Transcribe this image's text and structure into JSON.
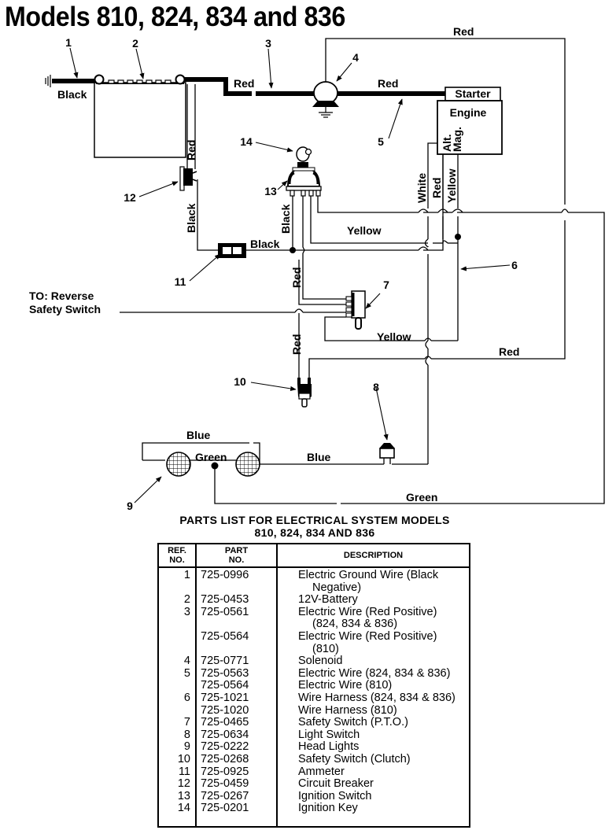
{
  "title": "Models 810, 824, 834 and 836",
  "diagram": {
    "wire_labels": {
      "ground_black": "Black",
      "battery_red": "Red",
      "solenoid_starter_red": "Red",
      "top_loop_red": "Red",
      "breaker_red": "Red",
      "breaker_black": "Black",
      "ammeter_black": "Black",
      "ignition_black": "Black",
      "harness_yellow": "Yellow",
      "engine_white": "White",
      "engine_red": "Red",
      "engine_yellow": "Yellow",
      "pto_red": "Red",
      "clutch_red": "Red",
      "pto_yellow": "Yellow",
      "return_red": "Red",
      "lights_blue_top": "Blue",
      "lights_green_mid": "Green",
      "lights_blue": "Blue",
      "lights_green_bottom": "Green"
    },
    "components": {
      "starter": "Starter",
      "engine": "Engine",
      "alt_mag_line1": "Alt.",
      "alt_mag_line2": "Mag."
    },
    "reverse_switch_note_line1": "TO: Reverse",
    "reverse_switch_note_line2": "Safety Switch",
    "callouts": [
      "1",
      "2",
      "3",
      "4",
      "5",
      "6",
      "7",
      "8",
      "9",
      "10",
      "11",
      "12",
      "13",
      "14"
    ]
  },
  "parts_list": {
    "title_line1": "PARTS LIST FOR ELECTRICAL SYSTEM MODELS",
    "title_line2": "810, 824, 834 AND 836",
    "headers": {
      "ref_line1": "REF.",
      "ref_line2": "NO.",
      "part_line1": "PART",
      "part_line2": "NO.",
      "description": "DESCRIPTION"
    },
    "rows": [
      {
        "ref": "1",
        "part": "725-0996",
        "desc": "Electric Ground Wire (Black",
        "desc_cont": "Negative)"
      },
      {
        "ref": "2",
        "part": "725-0453",
        "desc": "12V-Battery",
        "desc_cont": ""
      },
      {
        "ref": "3",
        "part": "725-0561",
        "desc": "Electric Wire (Red Positive)",
        "desc_cont": "(824, 834 & 836)"
      },
      {
        "ref": "",
        "part": "725-0564",
        "desc": "Electric Wire (Red Positive)",
        "desc_cont": "(810)"
      },
      {
        "ref": "4",
        "part": "725-0771",
        "desc": "Solenoid",
        "desc_cont": ""
      },
      {
        "ref": "5",
        "part": "725-0563",
        "desc": "Electric Wire (824, 834 & 836)",
        "desc_cont": ""
      },
      {
        "ref": "",
        "part": "725-0564",
        "desc": "Electric Wire (810)",
        "desc_cont": ""
      },
      {
        "ref": "6",
        "part": "725-1021",
        "desc": "Wire Harness (824, 834 & 836)",
        "desc_cont": ""
      },
      {
        "ref": "",
        "part": "725-1020",
        "desc": "Wire Harness (810)",
        "desc_cont": ""
      },
      {
        "ref": "7",
        "part": "725-0465",
        "desc": "Safety Switch (P.T.O.)",
        "desc_cont": ""
      },
      {
        "ref": "8",
        "part": "725-0634",
        "desc": "Light Switch",
        "desc_cont": ""
      },
      {
        "ref": "9",
        "part": "725-0222",
        "desc": "Head Lights",
        "desc_cont": ""
      },
      {
        "ref": "10",
        "part": "725-0268",
        "desc": "Safety Switch (Clutch)",
        "desc_cont": ""
      },
      {
        "ref": "11",
        "part": "725-0925",
        "desc": "Ammeter",
        "desc_cont": ""
      },
      {
        "ref": "12",
        "part": "725-0459",
        "desc": "Circuit Breaker",
        "desc_cont": ""
      },
      {
        "ref": "13",
        "part": "725-0267",
        "desc": "Ignition Switch",
        "desc_cont": ""
      },
      {
        "ref": "14",
        "part": "725-0201",
        "desc": "Ignition Key",
        "desc_cont": ""
      }
    ]
  }
}
